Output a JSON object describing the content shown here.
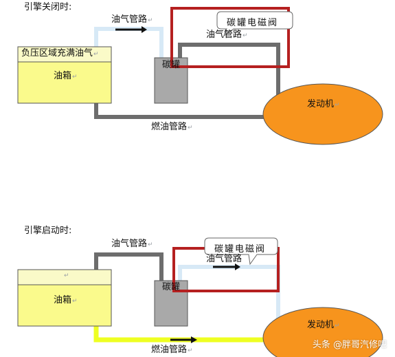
{
  "panel_off": {
    "heading": "引擎关闭时:",
    "vapor_pipe_top": "油气管路",
    "vapor_pipe_inner": "油气管路",
    "tank_top_label": "负压区域充满油气",
    "tank_label": "油箱",
    "canister_label": "碳罐",
    "valve_callout": "碳罐电磁阀",
    "engine_label": "发动机",
    "fuel_pipe": "燃油管路"
  },
  "panel_on": {
    "heading": "引擎启动时:",
    "vapor_pipe_top": "油气管路",
    "vapor_pipe_inner": "油气管路",
    "tank_label": "油箱",
    "canister_label": "碳罐",
    "valve_callout": "碳罐电磁阀",
    "engine_label": "发动机",
    "fuel_pipe": "燃油管路"
  },
  "watermark": "头条 @胖哥汽修吧",
  "colors": {
    "tank_fill": "#fafa8c",
    "pipe_active": "#6d6d6d",
    "pipe_vapor_idle": "#d7e9f6",
    "fuel_pipe_yellow": "#eeff22",
    "valve_frame": "#b52020",
    "engine_fill": "#f7941d",
    "canister_fill": "#a9a9a9"
  }
}
